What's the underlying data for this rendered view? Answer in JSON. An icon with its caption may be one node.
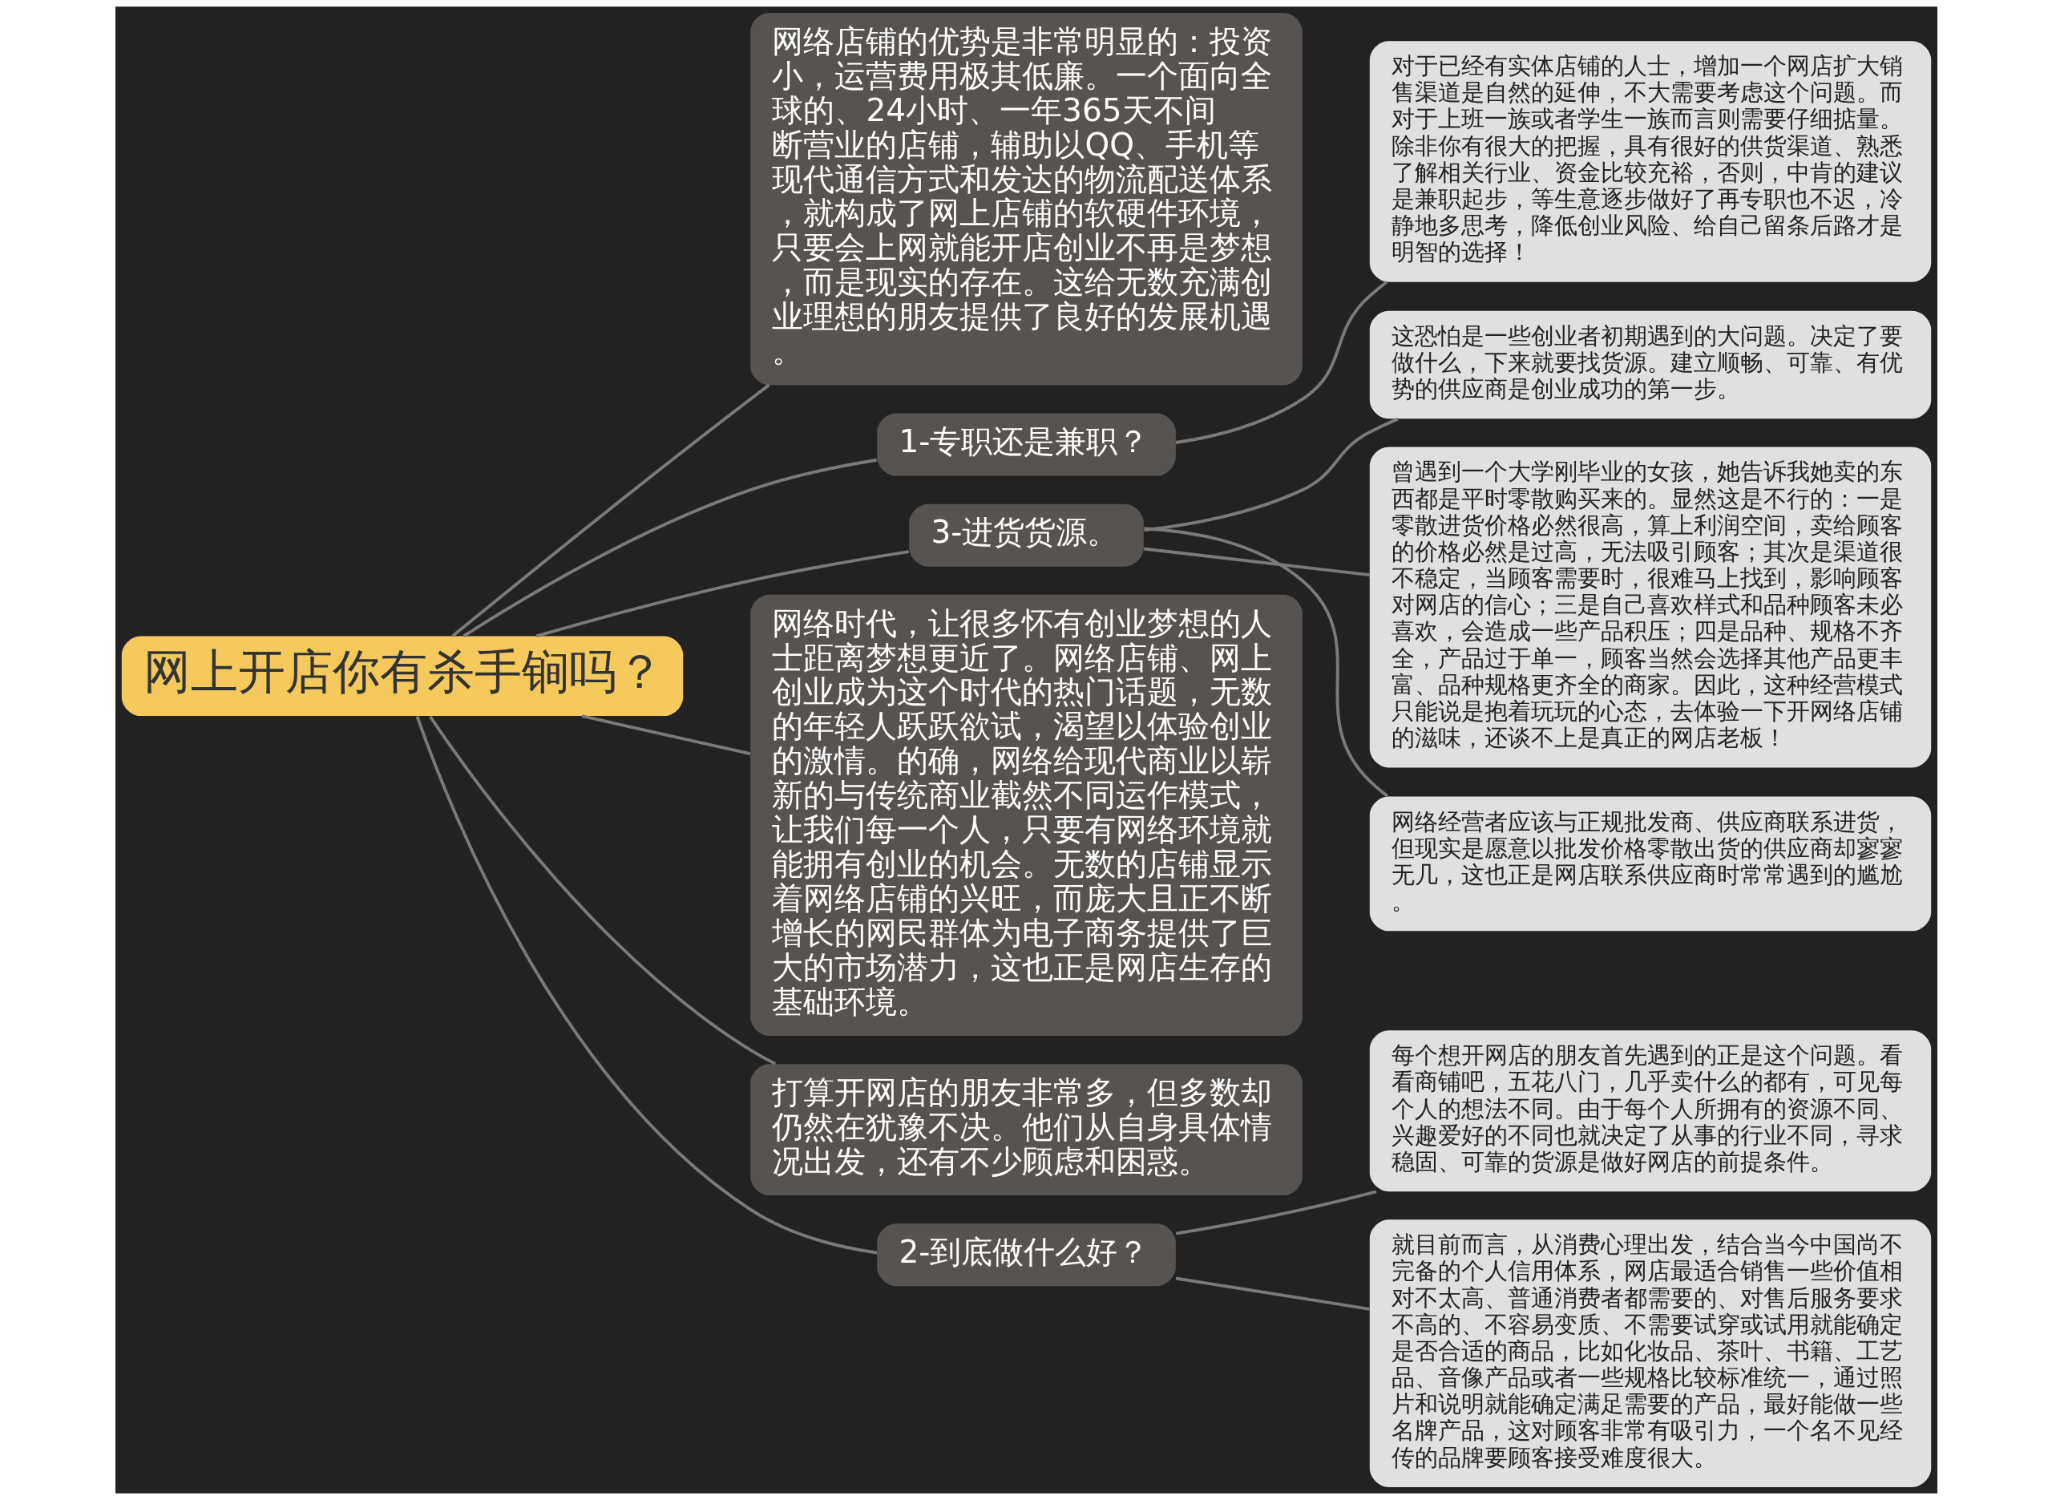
{
  "diagram": {
    "nodes": [
      {
        "text": [
          "网上开店你有杀手锏吗？"
        ]
      },
      {
        "text": [
          "网络店铺的优势是非常明显的：投资小，运营费用极其低廉。一个面向全球的、24小时、一年365天不间断营业的店铺，辅助以QQ、手机等现代通信方式和发达的物流配送体系，就构成了网上店铺的软硬件环境，只要会上网就能开店创业不再是梦想，而是现实的存在。这给无数充满创业理想的朋友提供了良好的发展机遇。"
        ]
      },
      {
        "text": [
          "1-专职还是兼职？"
        ]
      },
      {
        "text": [
          "对于已经有实体店铺的人士，增加一个网店扩大销售渠道是自然的延伸，不大需要考虑这个问题。而对于上班一族或者学生一族而言则需要仔细掂量。除非你有很大的把握，具有很好的供货渠道、熟悉了解相关行业、资金比较充裕，否则，中肯的建议是兼职起步，等生意逐步做好了再专职也不迟，冷静地多思考，降低创业风险、给自己留条后路才是明智的选择！"
        ]
      },
      {
        "text": [
          "3-进货货源。"
        ]
      },
      {
        "text": [
          "这恐怕是一些创业者初期遇到的大问题。决定了要做什么，下来就要找货源。建立顺畅、可靠、有优势的供应商是创业成功的第一步。"
        ]
      },
      {
        "text": [
          "曾遇到一个大学刚毕业的女孩，她告诉我她卖的东西都是平时零散购买来的。显然这是不行的：一是零散进货价格必然很高，算上利润空间，卖给顾客的价格必然是过高，无法吸引顾客；其次是渠道很不稳定，当顾客需要时，很难马上找到，影响顾客对网店的信心；三是自己喜欢样式和品种顾客未必喜欢，会造成一些产品积压；四是品种、规格不齐全，产品过于单一，顾客当然会选择其他产品更丰富、品种规格更齐全的商家。因此，这种经营模式只能说是抱着玩玩的心态，去体验一下开网络店铺的滋味，还谈不上是真正的网店老板！"
        ]
      },
      {
        "text": [
          "网络经营者应该与正规批发商、供应商联系进货，但现实是愿意以批发价格零散出货的供应商却寥寥无几，这也正是网店联系供应商时常常遇到的尴尬。"
        ]
      },
      {
        "text": [
          "网络时代，让很多怀有创业梦想的人士距离梦想更近了。网络店铺、网上创业成为这个时代的热门话题，无数的年轻人跃跃欲试，渴望以体验创业的激情。的确，网络给现代商业以崭新的与传统商业截然不同运作模式，让我们每一个人，只要有网络环境就能拥有创业的机会。无数的店铺显示着网络店铺的兴旺，而庞大且正不断增长的网民群体为电子商务提供了巨大的市场潜力，这也正是网店生存的基础环境。"
        ]
      },
      {
        "text": [
          "打算开网店的朋友非常多，但多数却仍然在犹豫不决。他们从自身具体情况出发，还有不少顾虑和困惑。"
        ]
      },
      {
        "text": [
          "2-到底做什么好？"
        ]
      },
      {
        "text": [
          "每个想开网店的朋友首先遇到的正是这个问题。看看商铺吧，五花八门，几乎卖什么的都有，可见每个人的想法不同。由于每个人所拥有的资源不同、兴趣爱好的不同也就决定了从事的行业不同，寻求稳固、可靠的货源是做好网店的前提条件。"
        ]
      },
      {
        "text": [
          "就目前而言，从消费心理出发，结合当今中国尚不完备的个人信用体系，网店最适合销售一些价值相对不太高、普通消费者都需要的、对售后服务要求不高的、不容易变质、不需要试穿或试用就能确定是否合适的商品，比如化妆品、茶叶、书籍、工艺品、音像产品或者一些规格比较标准统一，通过照片和说明就能确定满足需要的产品，最好能做一些名牌产品，这对顾客非常有吸引力，一个名不见经传的品牌要顾客接受难度很大。"
        ]
      }
    ],
    "edges": [
      {
        "from": 0,
        "to": 1,
        "arrow": "none"
      },
      {
        "from": 0,
        "to": 2,
        "arrow": "none"
      },
      {
        "from": 2,
        "to": 3,
        "arrow": "none"
      },
      {
        "from": 0,
        "to": 4,
        "arrow": "none"
      },
      {
        "from": 4,
        "to": 5,
        "arrow": "none"
      },
      {
        "from": 4,
        "to": 6,
        "arrow": "none"
      },
      {
        "from": 4,
        "to": 7,
        "arrow": "none"
      },
      {
        "from": 0,
        "to": 8,
        "arrow": "none"
      },
      {
        "from": 0,
        "to": 9,
        "arrow": "none"
      },
      {
        "from": 0,
        "to": 10,
        "arrow": "none"
      },
      {
        "from": 10,
        "to": 11,
        "arrow": "none"
      },
      {
        "from": 10,
        "to": 12,
        "arrow": "none"
      }
    ]
  }
}
